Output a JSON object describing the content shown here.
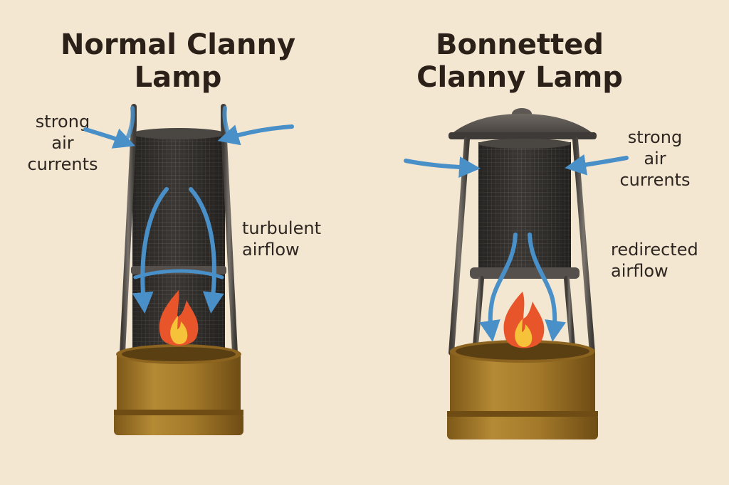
{
  "left_panel": {
    "title_line1": "Normal Clanny",
    "title_line2": "Lamp",
    "air_label_line1": "strong",
    "air_label_line2": "air",
    "air_label_line3": "currents",
    "flow_label_line1": "turbulent",
    "flow_label_line2": "airflow"
  },
  "right_panel": {
    "title_line1": "Bonnetted",
    "title_line2": "Clanny Lamp",
    "air_label_line1": "strong",
    "air_label_line2": "air",
    "air_label_line3": "currents",
    "flow_label_line1": "redirected",
    "flow_label_line2": "airflow"
  },
  "colors": {
    "background": "#f3e7d2",
    "arrow_blue": "#4a90c8",
    "brass": "#a8792a",
    "mesh": "#3c3936",
    "rod": "#5a5550",
    "flame_outer": "#e8552a",
    "flame_inner": "#f6c23a"
  }
}
